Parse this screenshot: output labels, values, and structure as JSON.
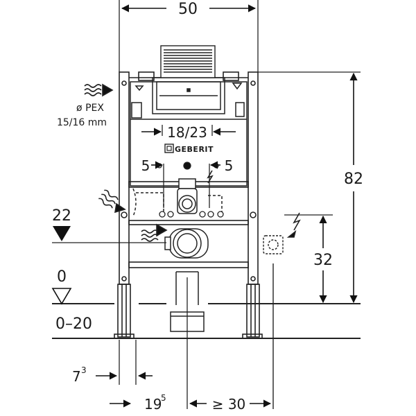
{
  "dimensions": {
    "top_width": "50",
    "inner_width": "18/23",
    "offset_left": "5",
    "offset_right": "5",
    "total_height": "82",
    "pipe_height": "32",
    "level_22": "22",
    "level_0": "0",
    "floor_range": "0–20",
    "bottom_a_main": "7",
    "bottom_a_sup": "3",
    "bottom_b_main": "19",
    "bottom_b_sup": "5",
    "min_distance": "≥ 30"
  },
  "supply": {
    "pipe_type": "ø PEX",
    "pipe_size": "15/16 mm"
  },
  "brand": {
    "name": "GEBERIT"
  }
}
